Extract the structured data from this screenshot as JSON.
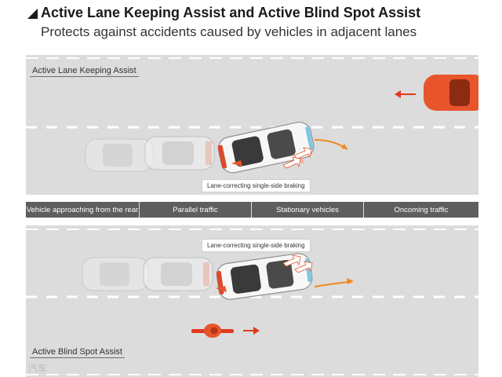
{
  "header": {
    "title": "Active Lane Keeping Assist and Active Blind Spot Assist",
    "subtitle": "Protects against accidents caused by vehicles in adjacent lanes"
  },
  "top_panel": {
    "label": "Active Lane Keeping Assist",
    "callout": "Lane-correcting single-side braking"
  },
  "tabs": [
    {
      "label": "Vehicle approaching from the rear"
    },
    {
      "label": "Parallel traffic"
    },
    {
      "label": "Stationary vehicles"
    },
    {
      "label": "Oncoming traffic"
    }
  ],
  "bottom_panel": {
    "label": "Active Blind Spot Assist",
    "callout": "Lane-correcting single-side braking"
  },
  "watermark": "汽车",
  "colors": {
    "road": "#dcdcdc",
    "tab_bg": "#5e5e5e",
    "alert_red": "#e8542c",
    "trajectory_orange": "#ef8a1c",
    "arrow_red": "#e03a1e"
  }
}
